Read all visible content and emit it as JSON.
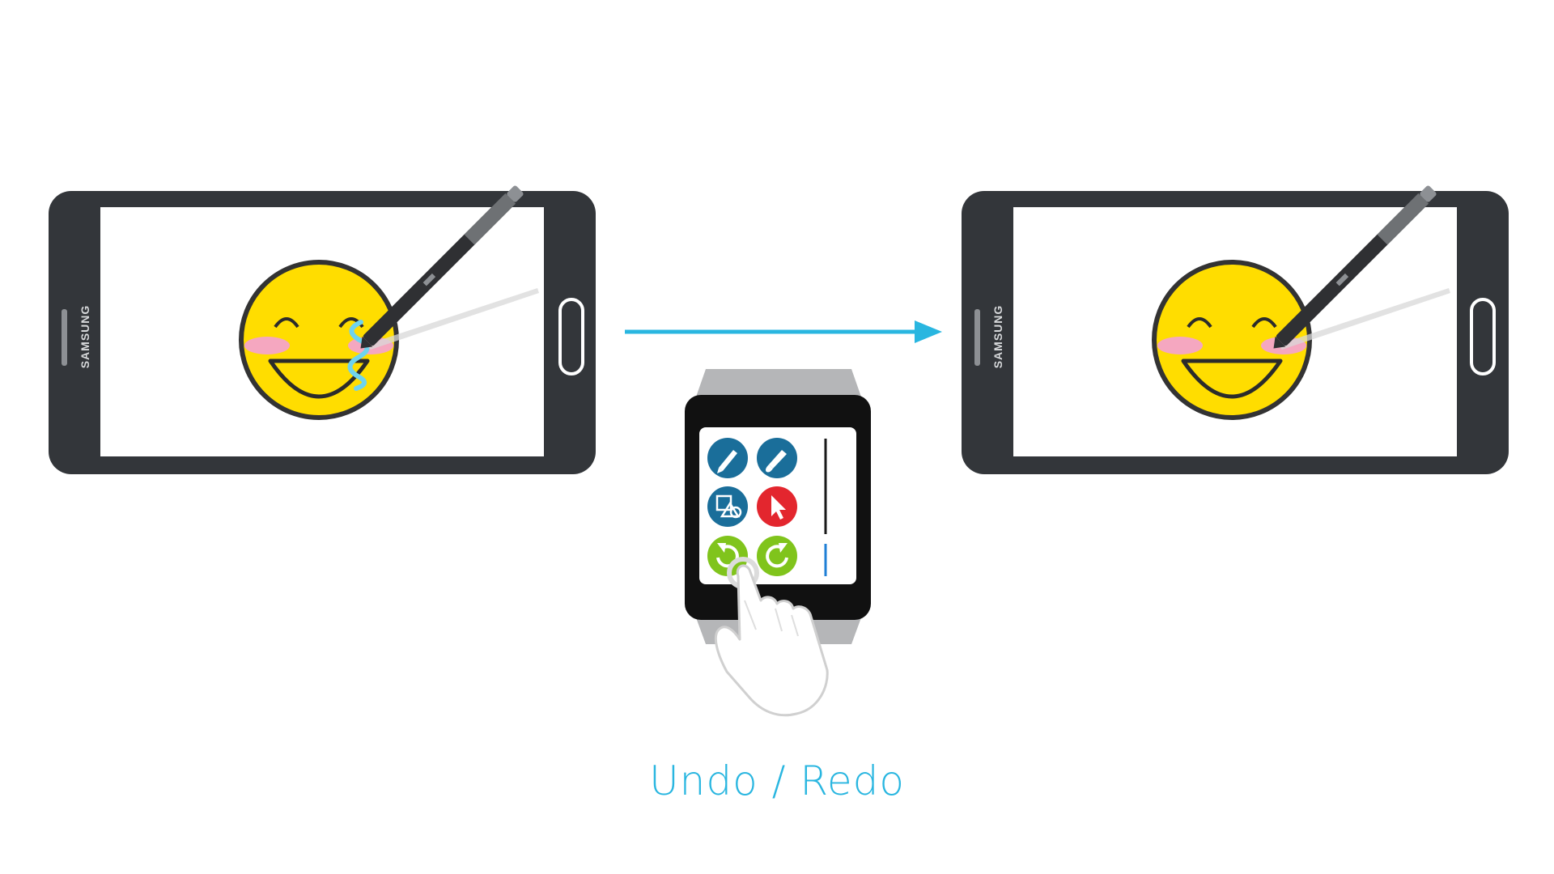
{
  "brand": {
    "left_phone_label": "SAMSUNG",
    "right_phone_label": "SAMSUNG"
  },
  "caption": {
    "text": "Undo / Redo"
  },
  "icons": {
    "tools": [
      "pen-icon",
      "brush-icon",
      "shapes-icon",
      "pointer-icon",
      "undo-icon",
      "redo-icon"
    ],
    "stylus": "stylus-pen-icon",
    "hand": "touch-hand-icon",
    "arrow": "right-arrow-icon"
  },
  "colors": {
    "accent": "#29b6e0",
    "device": "#33363a",
    "smiley": "#ffdd00",
    "blush": "#f5a7c0",
    "tool_blue": "#1a6e9a",
    "tool_red": "#e3262e",
    "tool_green": "#80c41c",
    "scribble": "#6fd3ee"
  }
}
